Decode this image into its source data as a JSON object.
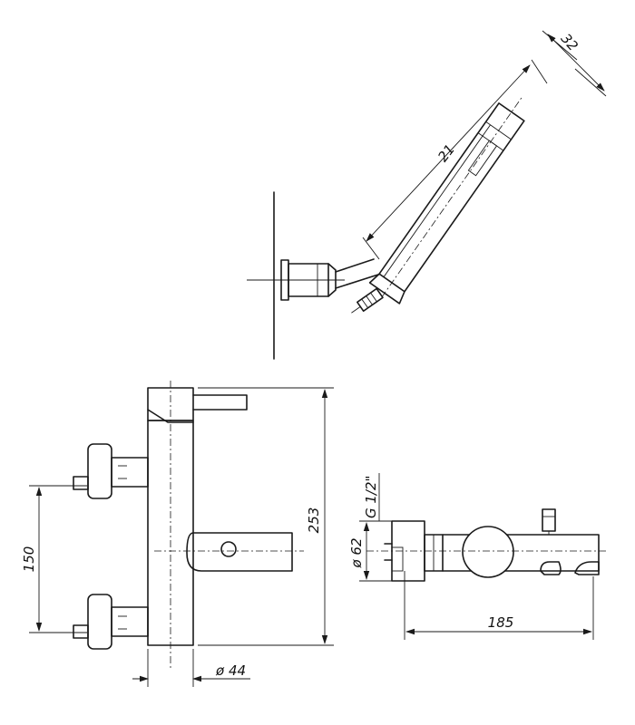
{
  "dimensions": {
    "hand_shower_diameter": "32",
    "hand_shower_length": "21",
    "height_total": "253",
    "centers_distance": "150",
    "body_diameter": "ø 44",
    "projection_length": "185",
    "connection_thread": "G 1/2\"",
    "flange_diameter": "ø 62"
  }
}
